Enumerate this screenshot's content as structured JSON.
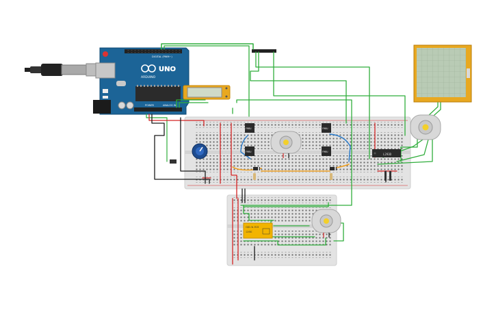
{
  "arduino": {
    "brand": "ARDUINO",
    "model": "UNO",
    "digital_label": "DIGITAL (PWM~)",
    "power_label": "POWER",
    "analog_label": "ANALOG IN"
  },
  "components": {
    "mosfet_label": "FMBU",
    "motor_driver_label": "L293D",
    "relay_label": "CQD-W-R15",
    "relay_sublabel": "12VDC"
  },
  "colors": {
    "board": "#1c6497",
    "breadboard": "#e3e3e3",
    "wire_green": "#2fad3b",
    "wire_red": "#d42424",
    "wire_black": "#1a1a1a",
    "wire_orange": "#f0a020",
    "wire_blue": "#2a7ac9",
    "lcd_frame": "#e8a820",
    "lcd_screen": "#b9cbb5",
    "motor_body": "#d8d8d8",
    "motor_hub": "#f3d02a",
    "relay_body": "#f2b400"
  }
}
